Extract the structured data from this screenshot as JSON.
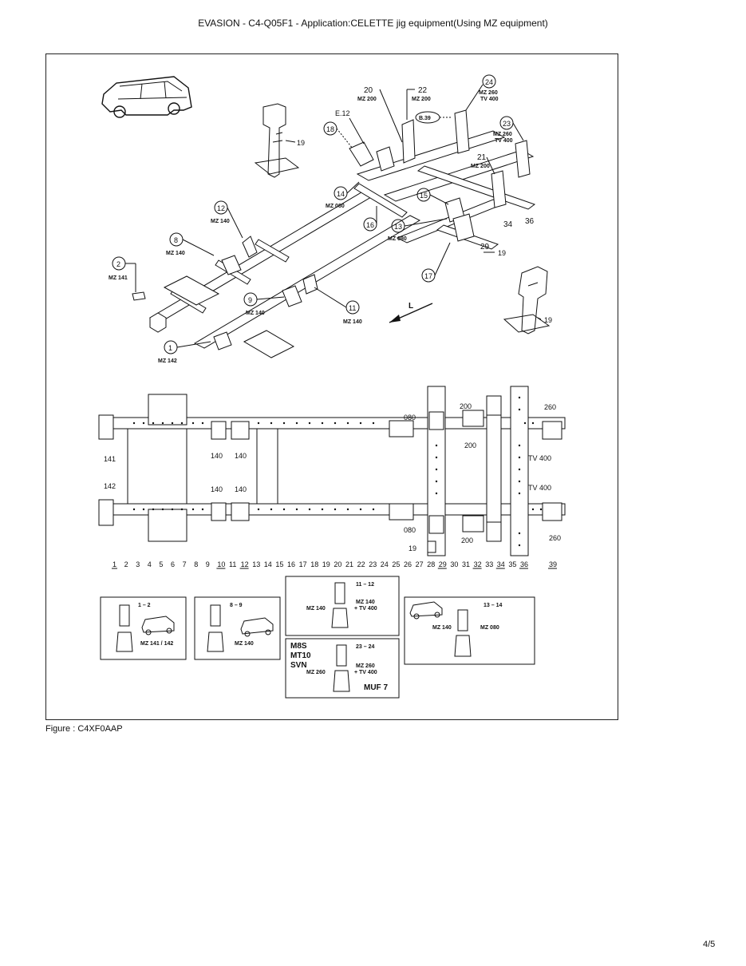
{
  "header": {
    "title": "EVASION - C4-Q05F1 - Application:CELETTE jig equipment(Using MZ equipment)"
  },
  "figure": {
    "caption": "Figure : C4XF0AAP",
    "callouts": [
      {
        "num": "1",
        "ref": "MZ 142"
      },
      {
        "num": "2",
        "ref": "MZ 141"
      },
      {
        "num": "8",
        "ref": "MZ 140"
      },
      {
        "num": "9",
        "ref": "MZ 140"
      },
      {
        "num": "11",
        "ref": "MZ 140"
      },
      {
        "num": "12",
        "ref": "MZ 140"
      },
      {
        "num": "13",
        "ref": "MZ 080"
      },
      {
        "num": "14",
        "ref": "MZ 080"
      },
      {
        "num": "15",
        "ref": ""
      },
      {
        "num": "16",
        "ref": ""
      },
      {
        "num": "17",
        "ref": ""
      },
      {
        "num": "18",
        "ref": ""
      },
      {
        "num": "20",
        "ref": "MZ 200"
      },
      {
        "num": "21",
        "ref": "MZ 200"
      },
      {
        "num": "22",
        "ref": "MZ 200"
      },
      {
        "num": "23",
        "ref": "MZ 260",
        "ref2": "TV 400"
      },
      {
        "num": "24",
        "ref": "MZ 260",
        "ref2": "TV 400"
      }
    ],
    "labels": {
      "e12": "E.12",
      "b39": "B.39",
      "l_arrow": "L",
      "n19": "19",
      "n29": "29",
      "n34": "34",
      "n36": "36"
    },
    "plan_labels": {
      "l141": "141",
      "l142": "142",
      "l140a": "140",
      "l140b": "140",
      "l140c": "140",
      "l140d": "140",
      "l080a": "080",
      "l080b": "080",
      "l200a": "200",
      "l200b": "200",
      "l200c": "200",
      "l260a": "260",
      "l260b": "260",
      "ltv400a": "TV 400",
      "ltv400b": "TV 400",
      "l19": "19"
    },
    "scale": [
      "1",
      "2",
      "3",
      "4",
      "5",
      "6",
      "7",
      "8",
      "9",
      "10",
      "11",
      "12",
      "13",
      "14",
      "15",
      "16",
      "17",
      "18",
      "19",
      "20",
      "21",
      "22",
      "23",
      "24",
      "25",
      "26",
      "27",
      "28",
      "29",
      "30",
      "31",
      "32",
      "33",
      "34",
      "35",
      "36",
      "39"
    ],
    "scale_underlined": [
      "1",
      "10",
      "12",
      "29",
      "32",
      "34",
      "36",
      "39"
    ],
    "insets": [
      {
        "range": "1 – 2",
        "refs": [
          "MZ 141 / 142"
        ]
      },
      {
        "range": "8 – 9",
        "refs": [
          "MZ 140"
        ]
      },
      {
        "range": "11 – 12",
        "refs": [
          "MZ 140",
          "MZ 140",
          "+ TV 400"
        ]
      },
      {
        "range": "13 – 14",
        "refs": [
          "MZ 140",
          "MZ 080"
        ]
      },
      {
        "range": "23 – 24",
        "refs": [
          "MZ 260",
          "MZ 260",
          "+ TV 400"
        ],
        "models": [
          "M8S",
          "MT10",
          "SVN"
        ],
        "code": "MUF 7"
      }
    ]
  },
  "page": {
    "number": "4/5"
  }
}
